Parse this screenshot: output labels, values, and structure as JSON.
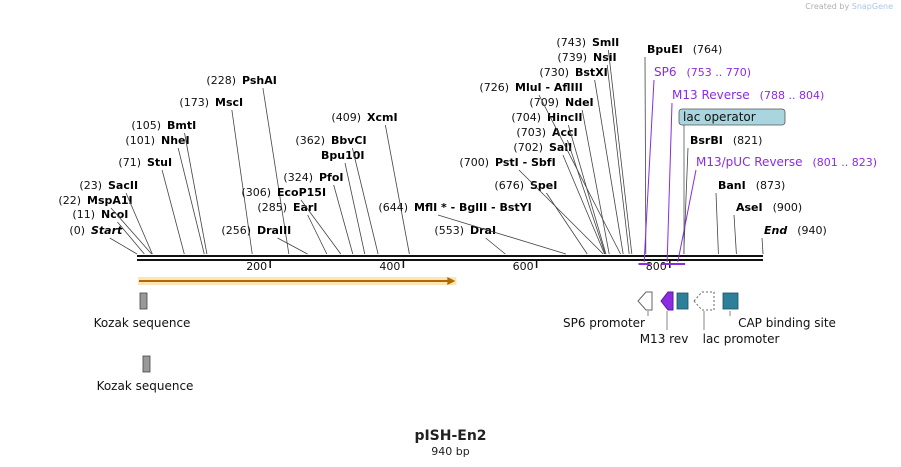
{
  "credit": {
    "prefix": "Created by",
    "brand": "SnapGene"
  },
  "plasmid": {
    "name": "pISH-En2",
    "length_label": "940 bp",
    "length_bp": 940
  },
  "colors": {
    "enzyme": "#000000",
    "primer": "#8b2be2",
    "orf": "#f0a020",
    "feature": "#2e7f99",
    "operator_fill": "#a9d5de"
  },
  "ruler": {
    "ticks": [
      {
        "bp": 200,
        "label": "200"
      },
      {
        "bp": 400,
        "label": "400"
      },
      {
        "bp": 600,
        "label": "600"
      },
      {
        "bp": 800,
        "label": "800"
      }
    ]
  },
  "sites": [
    {
      "num": "(0)",
      "name": "Start",
      "bp": 0,
      "italic": true
    },
    {
      "num": "(11)",
      "name": "NcoI",
      "bp": 11
    },
    {
      "num": "(22)",
      "name": "MspA1I",
      "bp": 22
    },
    {
      "num": "(23)",
      "name": "SacII",
      "bp": 23
    },
    {
      "num": "(71)",
      "name": "StuI",
      "bp": 71
    },
    {
      "num": "(101)",
      "name": "NheI",
      "bp": 101
    },
    {
      "num": "(105)",
      "name": "BmtI",
      "bp": 105
    },
    {
      "num": "(173)",
      "name": "MscI",
      "bp": 173
    },
    {
      "num": "(228)",
      "name": "PshAI",
      "bp": 228
    },
    {
      "num": "(256)",
      "name": "DraIII",
      "bp": 256
    },
    {
      "num": "(285)",
      "name": "EarI",
      "bp": 285
    },
    {
      "num": "(306)",
      "name": "EcoP15I",
      "bp": 306
    },
    {
      "num": "(324)",
      "name": "PfoI",
      "bp": 324
    },
    {
      "num": "",
      "name": "Bpu10I",
      "bp": 342
    },
    {
      "num": "(362)",
      "name": "BbvCI",
      "bp": 362
    },
    {
      "num": "(409)",
      "name": "XcmI",
      "bp": 409
    },
    {
      "num": "(553)",
      "name": "DraI",
      "bp": 553
    },
    {
      "num": "(644)",
      "name": "MflI * - BglII - BstYI",
      "bp": 644
    },
    {
      "num": "(676)",
      "name": "SpeI",
      "bp": 676
    },
    {
      "num": "(700)",
      "name": "PstI - SbfI",
      "bp": 700
    },
    {
      "num": "(702)",
      "name": "SalI",
      "bp": 702
    },
    {
      "num": "(703)",
      "name": "AccI",
      "bp": 703
    },
    {
      "num": "(704)",
      "name": "HincII",
      "bp": 704
    },
    {
      "num": "(709)",
      "name": "NdeI",
      "bp": 709
    },
    {
      "num": "(726)",
      "name": "MluI - AflIII",
      "bp": 726
    },
    {
      "num": "(730)",
      "name": "BstXI",
      "bp": 730
    },
    {
      "num": "(739)",
      "name": "NsiI",
      "bp": 739
    },
    {
      "num": "(743)",
      "name": "SmlI",
      "bp": 743
    },
    {
      "num": "(764)",
      "name": "BpuEI",
      "bp": 764
    },
    {
      "num": "(821)",
      "name": "BsrBI",
      "bp": 821
    },
    {
      "num": "(873)",
      "name": "BanI",
      "bp": 873
    },
    {
      "num": "(900)",
      "name": "AseI",
      "bp": 900
    },
    {
      "num": "(940)",
      "name": "End",
      "bp": 940,
      "italic": true
    }
  ],
  "primers": [
    {
      "name": "SP6",
      "range": "(753 .. 770)",
      "start": 753,
      "end": 770
    },
    {
      "name": "M13 Reverse",
      "range": "(788 .. 804)",
      "start": 788,
      "end": 804
    },
    {
      "name": "M13/pUC Reverse",
      "range": "(801 .. 823)",
      "start": 801,
      "end": 823
    }
  ],
  "operator": {
    "name": "lac operator",
    "start": 812,
    "end": 829
  },
  "orf": {
    "start": 0,
    "end": 478
  },
  "features": [
    {
      "name": "Kozak sequence",
      "bp": 4
    },
    {
      "name": "Kozak sequence",
      "bp": 4
    },
    {
      "name": "SP6 promoter",
      "bp": 753
    },
    {
      "name": "M13 rev",
      "bp": 795
    },
    {
      "name": "lac promoter",
      "bp": 830
    },
    {
      "name": "CAP binding site",
      "bp": 875
    }
  ]
}
